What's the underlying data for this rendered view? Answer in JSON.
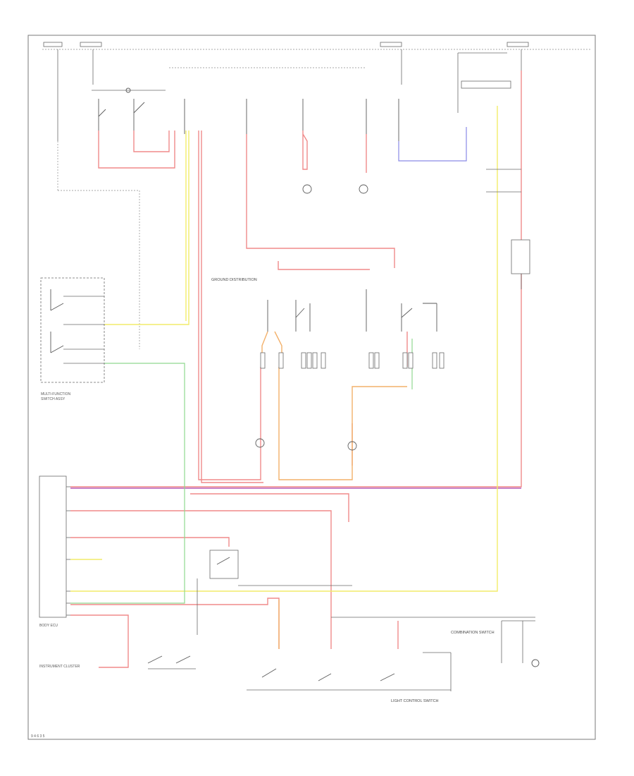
{
  "diagram": {
    "corner_code": "9 4 6 3 5",
    "component_labels": {
      "ground_dist": "GROUND DISTRIBUTION",
      "combination_switch": "COMBINATION SWITCH",
      "light_control_switch": "LIGHT CONTROL SWITCH"
    }
  },
  "icons": {
    "switch": "switch-icon",
    "lamp": "lamp-icon",
    "connector": "connector-icon"
  },
  "colors": {
    "red": "#f08a8a",
    "yellow": "#f2ec6a",
    "green": "#8fd88f",
    "blue": "#8a8ae6",
    "purple": "#b55ab5",
    "orange": "#f3b06a"
  }
}
